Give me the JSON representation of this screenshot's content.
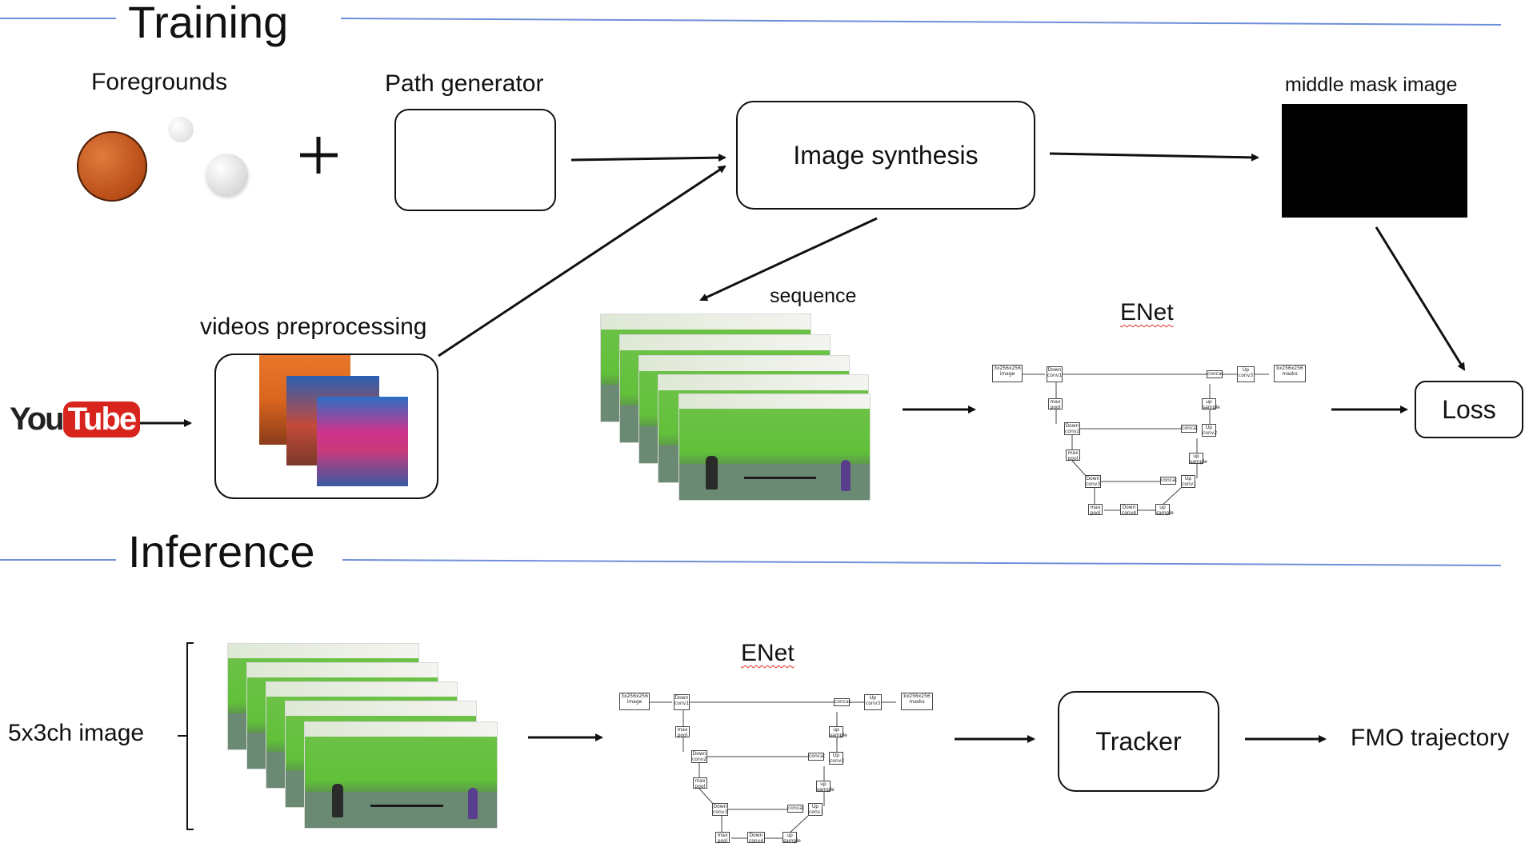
{
  "sections": {
    "training": "Training",
    "inference": "Inference"
  },
  "training": {
    "foregrounds_label": "Foregrounds",
    "path_generator_label": "Path generator",
    "image_synthesis": "Image synthesis",
    "middle_mask_label": "middle mask image",
    "sequence_label": "sequence",
    "videos_label": "videos preprocessing",
    "enet_label": "ENet",
    "loss": "Loss",
    "youtube_you": "You",
    "youtube_tube": "Tube"
  },
  "inference": {
    "input_label": "5x3ch image",
    "enet_label": "ENet",
    "tracker": "Tracker",
    "output_label": "FMO trajectory"
  },
  "enet_blocks": {
    "input": "3x256x256 image",
    "down1": "Down conv1",
    "pool1": "max pool",
    "down2": "Down conv2",
    "pool2": "max pool",
    "down3": "Down conv3",
    "pool3": "max pool",
    "down4": "Down conv4",
    "up_s1": "up sample",
    "concat1": "concat",
    "up1": "Up conv1",
    "up_s2": "up sample",
    "concat2": "concat",
    "up2": "Up conv2",
    "up_s3": "up sample",
    "concat3": "concat",
    "up3": "Up conv3",
    "output": "kx256x256 masks"
  },
  "colors": {
    "rule": "#6f8fd8",
    "arrow": "#111111",
    "youtube_red": "#d7241d",
    "squiggle": "#e0302e"
  }
}
